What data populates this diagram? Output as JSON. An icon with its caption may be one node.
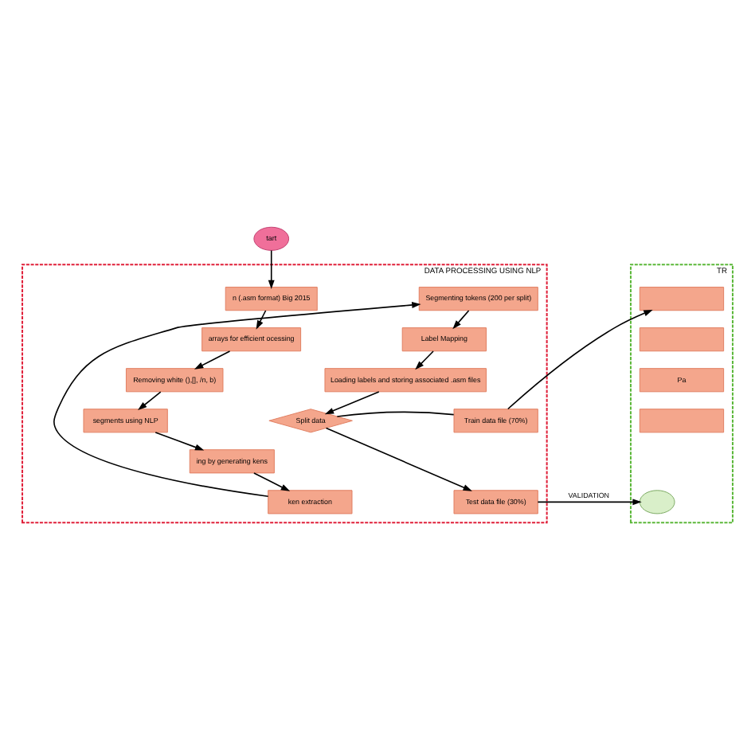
{
  "diagram": {
    "nodes": [
      {
        "text": [
          "tart"
        ]
      },
      {
        "text": [
          "DATA PROCESSING USING NLP"
        ]
      },
      {
        "text": [
          "n (.asm format) Big 2015"
        ],
        "in": 1
      },
      {
        "text": [
          "arrays for efficient ocessing"
        ],
        "in": 1
      },
      {
        "text": [
          "Removing white (),[], /n, b)"
        ],
        "in": 1
      },
      {
        "text": [
          "segments using NLP"
        ],
        "in": 1
      },
      {
        "text": [
          "ing by generating kens"
        ],
        "in": 1
      },
      {
        "text": [
          "ken extraction"
        ],
        "in": 1
      },
      {
        "text": [
          "Segmenting tokens (200 per split)"
        ],
        "in": 1
      },
      {
        "text": [
          "Label Mapping"
        ],
        "in": 1
      },
      {
        "text": [
          "Loading labels and storing associated .asm files"
        ],
        "in": 1
      },
      {
        "text": [
          "Split data"
        ],
        "in": 1
      },
      {
        "text": [
          "Train data file (70%)"
        ],
        "in": 1
      },
      {
        "text": [
          "Test data file (30%)"
        ],
        "in": 1
      },
      {
        "text": [
          "TR"
        ]
      },
      {
        "text": [],
        "shape": "box",
        "in": 14
      },
      {
        "text": [],
        "shape": "box",
        "in": 14
      },
      {
        "text": [
          "Pa"
        ],
        "in": 14
      },
      {
        "text": [],
        "shape": "box",
        "in": 14
      },
      {
        "text": [],
        "shape": "ellipse",
        "in": 14
      }
    ],
    "edges": [
      {
        "from": 0,
        "to": 2,
        "arrow": "to"
      },
      {
        "from": 2,
        "to": 3,
        "arrow": "to"
      },
      {
        "from": 3,
        "to": 4,
        "arrow": "to"
      },
      {
        "from": 4,
        "to": 5,
        "arrow": "to"
      },
      {
        "from": 5,
        "to": 6,
        "arrow": "to"
      },
      {
        "from": 6,
        "to": 7,
        "arrow": "to"
      },
      {
        "from": 7,
        "to": 8,
        "arrow": "to"
      },
      {
        "from": 8,
        "to": 9,
        "arrow": "to"
      },
      {
        "from": 9,
        "to": 10,
        "arrow": "to"
      },
      {
        "from": 10,
        "to": 11,
        "arrow": "to"
      },
      {
        "from": 11,
        "to": 12,
        "arrow": "none"
      },
      {
        "from": 11,
        "to": 13,
        "arrow": "to"
      },
      {
        "from": 12,
        "to": 15,
        "arrow": "to"
      },
      {
        "from": 13,
        "to": 19,
        "arrow": "to",
        "label": "VALIDATION"
      }
    ]
  }
}
